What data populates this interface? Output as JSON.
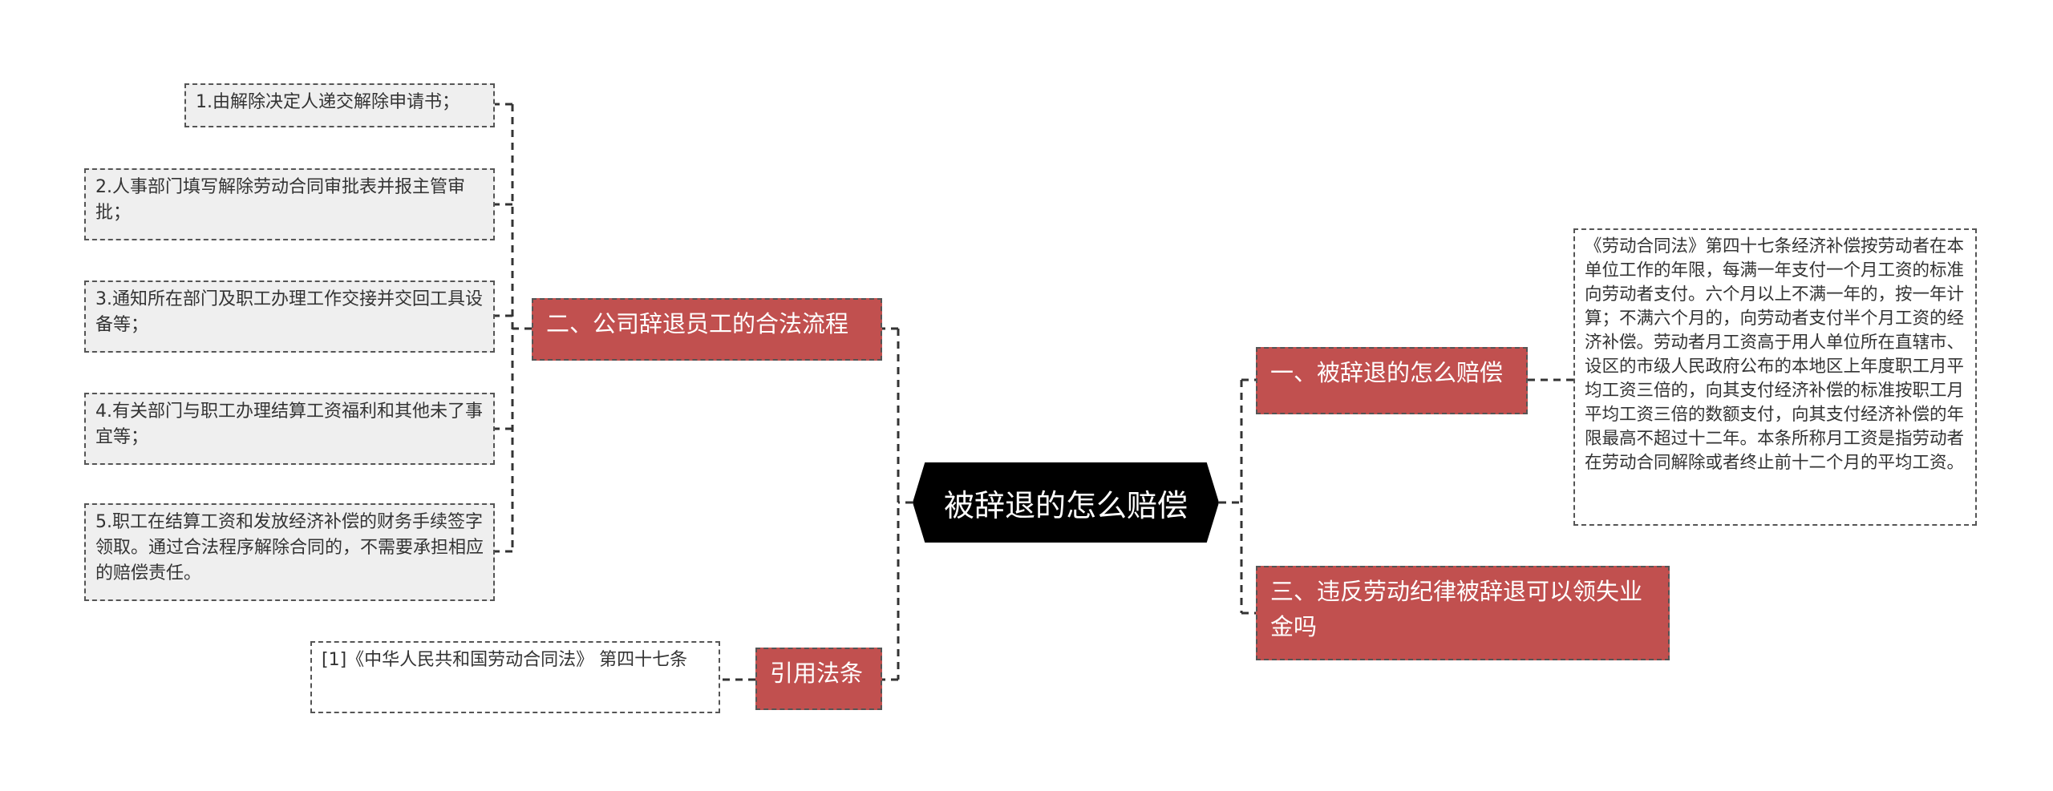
{
  "root": {
    "title": "被辞退的怎么赔偿"
  },
  "branches": {
    "b1": {
      "title": "一、被辞退的怎么赔偿"
    },
    "b2": {
      "title": "二、公司辞退员工的合法流程"
    },
    "b3": {
      "title": "三、违反劳动纪律被辞退可以领失业金吗"
    },
    "b4": {
      "title": "引用法条"
    }
  },
  "leaves": {
    "l1": "《劳动合同法》第四十七条经济补偿按劳动者在本单位工作的年限，每满一年支付一个月工资的标准向劳动者支付。六个月以上不满一年的，按一年计算；不满六个月的，向劳动者支付半个月工资的经济补偿。劳动者月工资高于用人单位所在直辖市、设区的市级人民政府公布的本地区上年度职工月平均工资三倍的，向其支付经济补偿的标准按职工月平均工资三倍的数额支付，向其支付经济补偿的年限最高不超过十二年。本条所称月工资是指劳动者在劳动合同解除或者终止前十二个月的平均工资。",
    "s1": "1.由解除决定人递交解除申请书；",
    "s2": "2.人事部门填写解除劳动合同审批表并报主管审批；",
    "s3": "3.通知所在部门及职工办理工作交接并交回工具设备等；",
    "s4": "4.有关部门与职工办理结算工资福利和其他未了事宜等；",
    "s5": "5.职工在结算工资和发放经济补偿的财务手续签字领取。通过合法程序解除合同的，不需要承担相应的赔偿责任。",
    "r1": "[1]《中华人民共和国劳动合同法》 第四十七条"
  },
  "colors": {
    "root_bg": "#000000",
    "branch_bg": "#c1504f",
    "leaf_bg": "#efefef",
    "line": "#333333"
  }
}
